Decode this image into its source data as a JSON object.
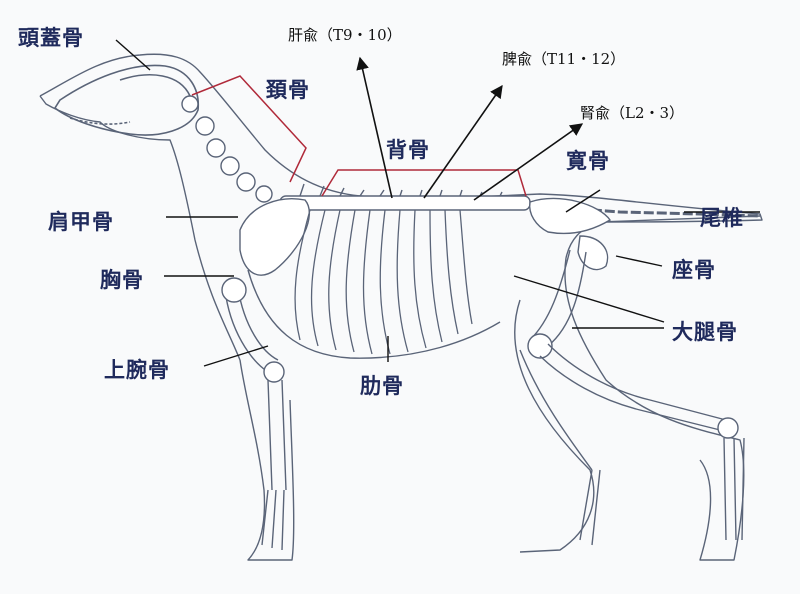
{
  "labels": {
    "skull": "頭蓋骨",
    "cervical": "頚骨",
    "back": "背骨",
    "scapula": "肩甲骨",
    "sternum": "胸骨",
    "humerus": "上腕骨",
    "rib": "肋骨",
    "sacrum": "寛骨",
    "tail": "尾椎",
    "ischium": "座骨",
    "femur": "大腿骨"
  },
  "points": {
    "liver": "肝兪（T9・10）",
    "spleen": "脾兪（T11・12）",
    "kidney": "腎兪（L2・3）"
  },
  "colors": {
    "label": "#1f2a5c",
    "bone_line": "#5a6478",
    "bracket": "#b02a3a",
    "arrow": "#111111",
    "background": "#f9fafb"
  }
}
